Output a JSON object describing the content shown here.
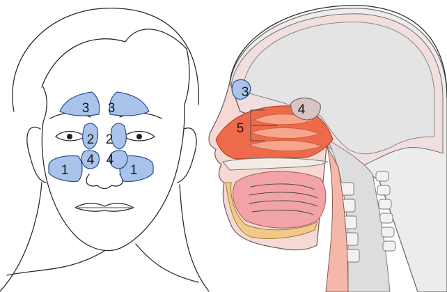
{
  "front_view": {
    "labels": [
      {
        "id": "maxillary-left",
        "text": "1"
      },
      {
        "id": "maxillary-right",
        "text": "1"
      },
      {
        "id": "ethmoid-left",
        "text": "2"
      },
      {
        "id": "ethmoid-right",
        "text": "2"
      },
      {
        "id": "frontal-left",
        "text": "3"
      },
      {
        "id": "frontal-right",
        "text": "3"
      },
      {
        "id": "sphenoid-left",
        "text": "4"
      },
      {
        "id": "sphenoid-right",
        "text": "4"
      }
    ]
  },
  "side_view": {
    "labels": [
      {
        "id": "frontal",
        "text": "3"
      },
      {
        "id": "sphenoid",
        "text": "4"
      },
      {
        "id": "turbinates",
        "text": "5"
      }
    ]
  },
  "colors": {
    "sinus_fill": "#a9c3ea",
    "sinus_stroke": "#2b4f8a",
    "skull_bone": "#f1dede",
    "brain_area": "#e6e6e6",
    "nasal_cavity": "#ee6a4a",
    "tongue": "#f2a3a6",
    "jaw": "#f2c98a",
    "spine": "#dcdcdc"
  }
}
